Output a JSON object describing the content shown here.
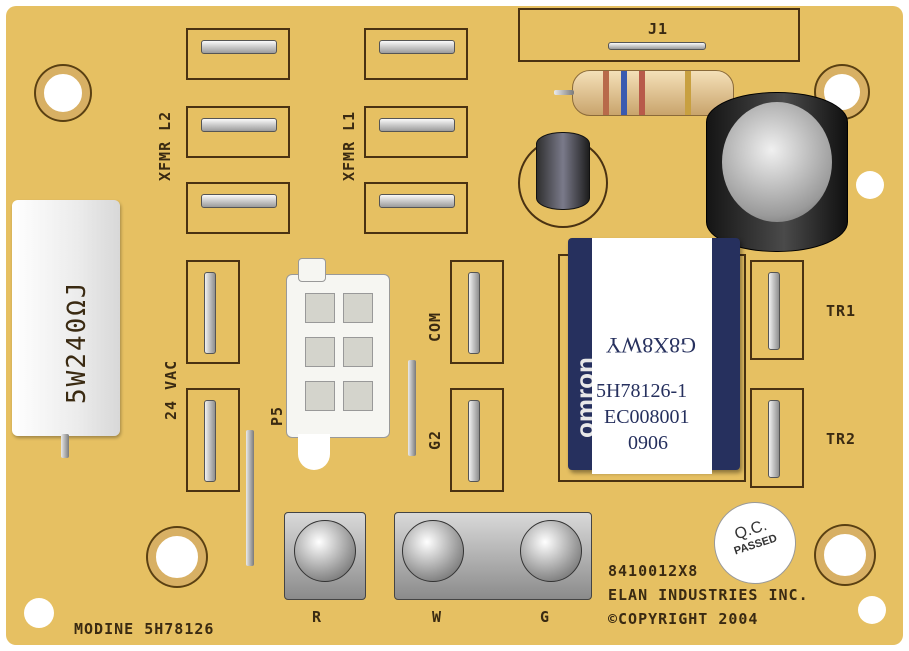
{
  "board_labels": {
    "xfmr_l2": "XFMR L2",
    "xfmr_l1": "XFMR L1",
    "j1": "J1",
    "resistor": "5W240ΩJ",
    "vac": "24 VAC",
    "p5": "P5",
    "com": "COM",
    "g2": "G2",
    "tr1": "TR1",
    "tr2": "TR2",
    "r": "R",
    "w": "W",
    "g": "G",
    "modine": "MODINE 5H78126",
    "part_number": "8410012X8",
    "maker": "ELAN INDUSTRIES INC.",
    "copyright": "©COPYRIGHT 2004"
  },
  "relay": {
    "brand": "omron",
    "model": "G8X8WY",
    "line1": "5H78126-1",
    "line2": "EC008001",
    "line3": "0906"
  },
  "qc": {
    "line1": "Q.C.",
    "line2": "PASSED"
  },
  "colors": {
    "board": "#e6c062",
    "silkscreen": "#3a2a12",
    "relay_body": "#26305e",
    "capacitor": "#2a2a2a"
  }
}
